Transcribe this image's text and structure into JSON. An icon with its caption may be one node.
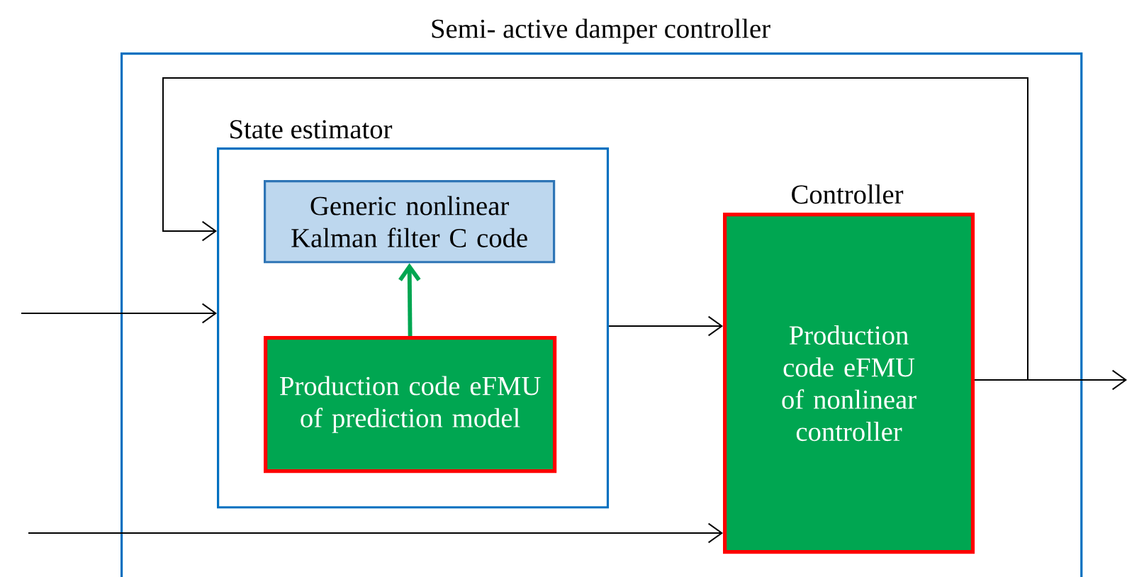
{
  "diagram": {
    "nodes": [
      {
        "text": [
          "Semi- active damper controller"
        ]
      },
      {
        "text": [
          "State estimator"
        ],
        "in": 0
      },
      {
        "text": [
          "Generic nonlinear Kalman filter C code"
        ],
        "in": 1
      },
      {
        "text": [
          "Production code eFMU of prediction model"
        ],
        "in": 1
      },
      {
        "text": [
          "Controller",
          "Production code eFMU of nonlinear controller"
        ],
        "in": 0
      }
    ],
    "edges": [
      {
        "from": null,
        "to": 1,
        "arrow": "to"
      },
      {
        "from": null,
        "to": 4,
        "arrow": "to"
      },
      {
        "from": 1,
        "to": 4,
        "arrow": "to"
      },
      {
        "from": 3,
        "to": 2,
        "arrow": "to",
        "style": "thick",
        "color": "#00a651"
      },
      {
        "from": 4,
        "to": null,
        "arrow": "to"
      },
      {
        "from": 4,
        "to": 1,
        "arrow": "to"
      }
    ]
  }
}
